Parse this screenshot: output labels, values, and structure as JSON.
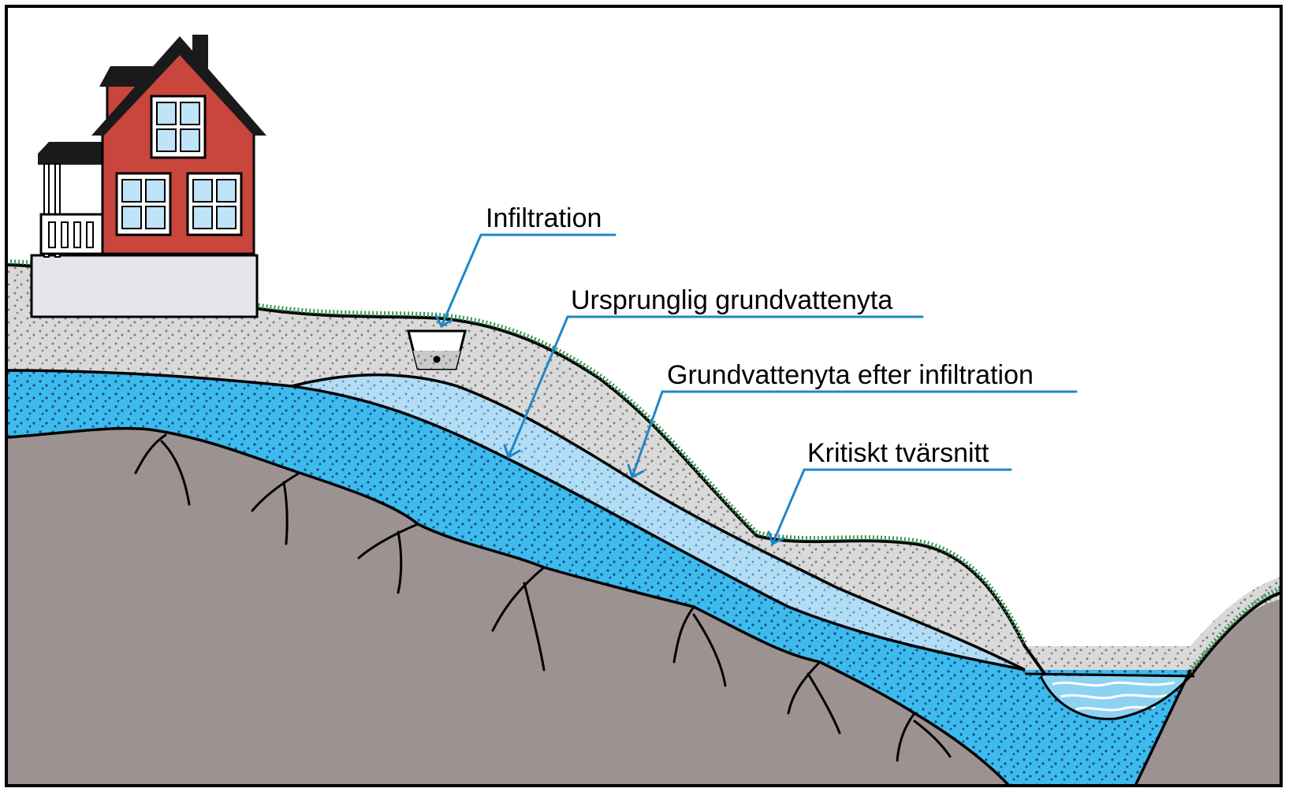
{
  "labels": {
    "infiltration": "Infiltration",
    "original_water_table": "Ursprunglig grundvattenyta",
    "water_table_after": "Grundvattenyta efter infiltration",
    "critical_section": "Kritiskt tvärsnitt"
  },
  "colors": {
    "frame": "#000000",
    "sky": "#ffffff",
    "soil": "#d9d9d9",
    "bedrock": "#9c9292",
    "groundwater": "#3dbbec",
    "raised_groundwater": "#b3dcf5",
    "lake": "#8cd3f2",
    "grass": "#3a9a56",
    "house_wall": "#c9463d",
    "house_roof": "#1a1a1a",
    "window_glass": "#bfe3f7",
    "foundation": "#e6e6ea",
    "leader_line": "#1e88c8"
  },
  "icons": {
    "house": "house-icon",
    "infiltration_pit": "infiltration-pit-icon"
  }
}
